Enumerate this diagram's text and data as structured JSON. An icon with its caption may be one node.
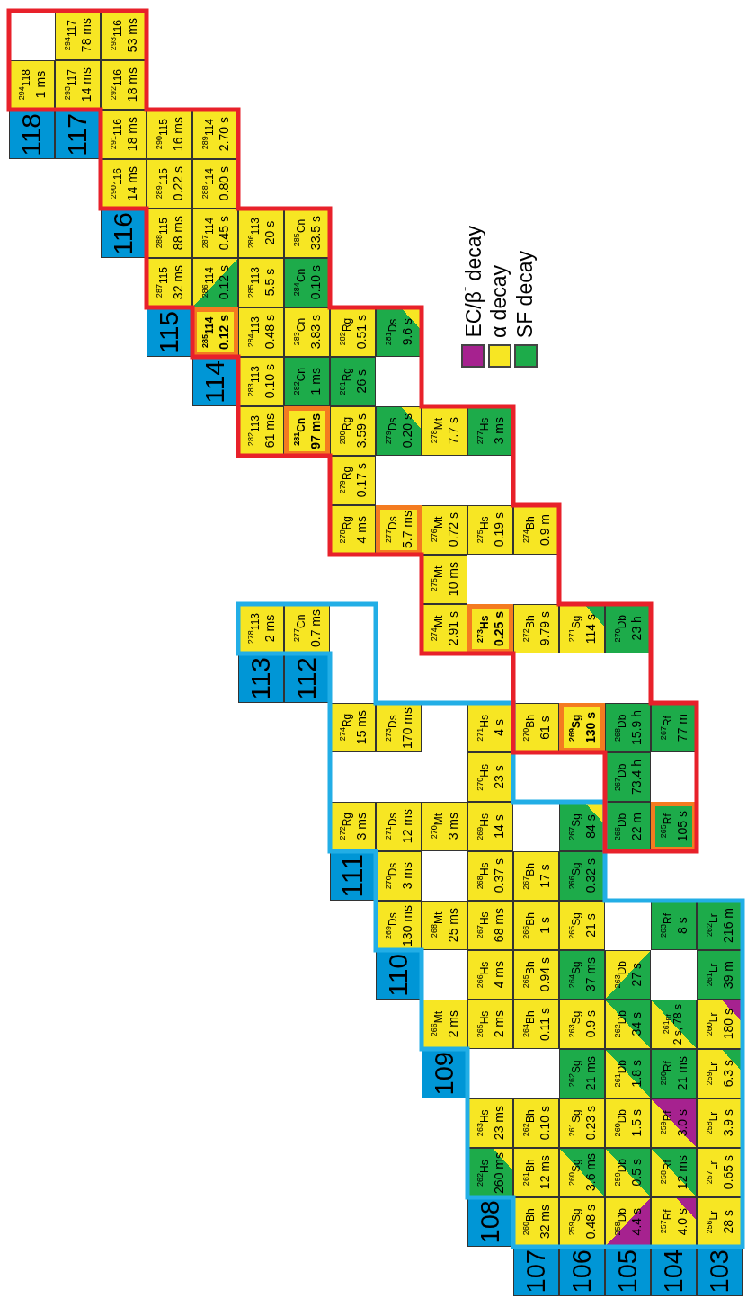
{
  "diagram": {
    "nodes": [
      {
        "text": [
          "$^{294}$117",
          "78 ms"
        ]
      },
      {
        "text": [
          "$^{293}$116",
          "53 ms"
        ]
      },
      {
        "text": [
          "$^{294}$118",
          "1 ms"
        ]
      },
      {
        "text": [
          "$^{293}$117",
          "14 ms"
        ]
      },
      {
        "text": [
          "$^{292}$116",
          "18 ms"
        ]
      },
      {
        "text": [
          "118"
        ]
      },
      {
        "text": [
          "117"
        ]
      },
      {
        "text": [
          "$^{291}$116",
          "18 ms"
        ]
      },
      {
        "text": [
          "$^{290}$115",
          "16 ms"
        ]
      },
      {
        "text": [
          "$^{289}$114",
          "2.70 s"
        ]
      },
      {
        "text": [
          "$^{290}$116",
          "14 ms"
        ]
      },
      {
        "text": [
          "$^{289}$115",
          "0.22 s"
        ]
      },
      {
        "text": [
          "$^{288}$114",
          "0.80 s"
        ]
      },
      {
        "text": [
          "116"
        ]
      },
      {
        "text": [
          "$^{288}$115",
          "88 ms"
        ]
      },
      {
        "text": [
          "$^{287}$114",
          "0.45 s"
        ]
      },
      {
        "text": [
          "$^{286}$113",
          "20 s"
        ]
      },
      {
        "text": [
          "$^{285}$Cn",
          "33.5 s"
        ]
      },
      {
        "text": [
          "$^{287}$115",
          "32 ms"
        ]
      },
      {
        "text": [
          "$^{286}$114",
          "0.12 s"
        ]
      },
      {
        "text": [
          "$^{285}$113",
          "5.5 s"
        ]
      },
      {
        "text": [
          "$^{284}$Cn",
          "0.10 s"
        ]
      },
      {
        "text": [
          "115"
        ]
      },
      {
        "text": [
          "$^{285}$114",
          "0.12 s"
        ]
      },
      {
        "text": [
          "$^{284}$113",
          "0.48 s"
        ]
      },
      {
        "text": [
          "$^{283}$Cn",
          "3.83 s"
        ]
      },
      {
        "text": [
          "$^{282}$Rg",
          "0.51 s"
        ]
      },
      {
        "text": [
          "$^{281}$Ds",
          "9.6 s"
        ]
      },
      {
        "text": [
          "114"
        ]
      },
      {
        "text": [
          "$^{283}$113",
          "0.10 s"
        ]
      },
      {
        "text": [
          "$^{282}$Cn",
          "1 ms"
        ]
      },
      {
        "text": [
          "$^{281}$Rg",
          "26 s"
        ]
      },
      {
        "text": [
          "$^{282}$113",
          "61 ms"
        ]
      },
      {
        "text": [
          "$^{281}$Cn",
          "97 ms"
        ]
      },
      {
        "text": [
          "$^{280}$Rg",
          "3.59 s"
        ]
      },
      {
        "text": [
          "$^{279}$Ds",
          "0.20 s"
        ]
      },
      {
        "text": [
          "$^{278}$Mt",
          "7.7 s"
        ]
      },
      {
        "text": [
          "$^{277}$Hs",
          "3 ms"
        ]
      },
      {
        "text": [
          "$^{279}$Rg",
          "0.17 s"
        ]
      },
      {
        "text": [
          "$^{278}$Rg",
          "4 ms"
        ]
      },
      {
        "text": [
          "$^{277}$Ds",
          "5.7 ms"
        ]
      },
      {
        "text": [
          "$^{276}$Mt",
          "0.72 s"
        ]
      },
      {
        "text": [
          "$^{275}$Hs",
          "0.19 s"
        ]
      },
      {
        "text": [
          "$^{274}$Bh",
          "0.9 m"
        ]
      },
      {
        "text": [
          "$^{275}$Mt",
          "10 ms"
        ]
      },
      {
        "text": [
          "$^{278}$113",
          "2 ms"
        ]
      },
      {
        "text": [
          "$^{277}$Cn",
          "0.7 ms"
        ]
      },
      {
        "text": [
          "$^{274}$Mt",
          "2.91 s"
        ]
      },
      {
        "text": [
          "$^{273}$Hs",
          "0.25 s"
        ]
      },
      {
        "text": [
          "$^{272}$Bh",
          "9.79 s"
        ]
      },
      {
        "text": [
          "$^{271}$Sg",
          "114 s"
        ]
      },
      {
        "text": [
          "$^{270}$Db",
          "23 h"
        ]
      },
      {
        "text": [
          "113"
        ]
      },
      {
        "text": [
          "112"
        ]
      },
      {
        "text": [
          "$^{274}$Rg",
          "15 ms"
        ]
      },
      {
        "text": [
          "$^{273}$Ds",
          "170 ms"
        ]
      },
      {
        "text": [
          "$^{271}$Hs",
          "4 s"
        ]
      },
      {
        "text": [
          "$^{270}$Bh",
          "61 s"
        ]
      },
      {
        "text": [
          "$^{269}$Sg",
          "130 s"
        ]
      },
      {
        "text": [
          "$^{268}$Db",
          "15.9 h"
        ]
      },
      {
        "text": [
          "$^{267}$Rf",
          "77 m"
        ]
      },
      {
        "text": [
          "$^{270}$Hs",
          "23 s"
        ]
      },
      {
        "text": [
          "$^{267}$Db",
          "73.4 h"
        ]
      },
      {
        "text": [
          "$^{272}$Rg",
          "3 ms"
        ]
      },
      {
        "text": [
          "$^{271}$Ds",
          "12 ms"
        ]
      },
      {
        "text": [
          "$^{270}$Mt",
          "3 ms"
        ]
      },
      {
        "text": [
          "$^{269}$Hs",
          "14 s"
        ]
      },
      {
        "text": [
          "$^{267}$Sg",
          "84 s"
        ]
      },
      {
        "text": [
          "$^{266}$Db",
          "22 m"
        ]
      },
      {
        "text": [
          "$^{265}$Rf",
          "105 s"
        ]
      },
      {
        "text": [
          "111"
        ]
      },
      {
        "text": [
          "$^{270}$Ds",
          "3 ms"
        ]
      },
      {
        "text": [
          "$^{268}$Hs",
          "0.37 s"
        ]
      },
      {
        "text": [
          "$^{267}$Bh",
          "17 s"
        ]
      },
      {
        "text": [
          "$^{266}$Sg",
          "0.32 s"
        ]
      },
      {
        "text": [
          "$^{269}$Ds",
          "130 ms"
        ]
      },
      {
        "text": [
          "$^{268}$Mt",
          "25 ms"
        ]
      },
      {
        "text": [
          "$^{267}$Hs",
          "68 ms"
        ]
      },
      {
        "text": [
          "$^{266}$Bh",
          "1 s"
        ]
      },
      {
        "text": [
          "$^{265}$Sg",
          "21 s"
        ]
      },
      {
        "text": [
          "$^{263}$Rf",
          "8 s"
        ]
      },
      {
        "text": [
          "$^{262}$Lr",
          "216 m"
        ]
      },
      {
        "text": [
          "110"
        ]
      },
      {
        "text": [
          "$^{266}$Hs",
          "4 ms"
        ]
      },
      {
        "text": [
          "$^{265}$Bh",
          "0.94 s"
        ]
      },
      {
        "text": [
          "$^{264}$Sg",
          "37 ms"
        ]
      },
      {
        "text": [
          "$^{263}$Db",
          "27 s"
        ]
      },
      {
        "text": [
          "$^{261}$Lr",
          "39 m"
        ]
      },
      {
        "text": [
          "$^{266}$Mt",
          "2 ms"
        ]
      },
      {
        "text": [
          "$^{265}$Hs",
          "2 ms"
        ]
      },
      {
        "text": [
          "$^{264}$Bh",
          "0.11 s"
        ]
      },
      {
        "text": [
          "$^{263}$Sg",
          "0.9 s"
        ]
      },
      {
        "text": [
          "$^{262}$Db",
          "34 s"
        ]
      },
      {
        "text": [
          "$^{261}$Rf",
          "2 s, 78 s"
        ]
      },
      {
        "text": [
          "$^{260}$Lr",
          "180 s"
        ]
      },
      {
        "text": [
          "109"
        ]
      },
      {
        "text": [
          "$^{262}$Sg",
          "21 ms"
        ]
      },
      {
        "text": [
          "$^{261}$Db",
          "1.8 s"
        ]
      },
      {
        "text": [
          "$^{260}$Rf",
          "21 ms"
        ]
      },
      {
        "text": [
          "$^{259}$Lr",
          "6.3 s"
        ]
      },
      {
        "text": [
          "$^{263}$Hs",
          "23 ms"
        ]
      },
      {
        "text": [
          "$^{262}$Bh",
          "0.10 s"
        ]
      },
      {
        "text": [
          "$^{261}$Sg",
          "0.23 s"
        ]
      },
      {
        "text": [
          "$^{260}$Db",
          "1.5 s"
        ]
      },
      {
        "text": [
          "$^{259}$Rf",
          "3.0 s"
        ]
      },
      {
        "text": [
          "$^{258}$Lr",
          "3.9 s"
        ]
      },
      {
        "text": [
          "$^{262}$Hs",
          "260 ms"
        ]
      },
      {
        "text": [
          "$^{261}$Bh",
          "12 ms"
        ]
      },
      {
        "text": [
          "$^{260}$Sg",
          "3.6 ms"
        ]
      },
      {
        "text": [
          "$^{259}$Db",
          "0.5 s"
        ]
      },
      {
        "text": [
          "$^{258}$Rf",
          "12 ms"
        ]
      },
      {
        "text": [
          "$^{257}$Lr",
          "0.65 s"
        ]
      },
      {
        "text": [
          "108"
        ]
      },
      {
        "text": [
          "$^{260}$Bh",
          "32 ms"
        ]
      },
      {
        "text": [
          "$^{259}$Sg",
          "0.48 s"
        ]
      },
      {
        "text": [
          "$^{258}$Db",
          "4.4 s"
        ]
      },
      {
        "text": [
          "$^{257}$Rf",
          "4.0 s"
        ]
      },
      {
        "text": [
          "$^{256}$Lr",
          "28 s"
        ]
      },
      {
        "text": [
          "107"
        ]
      },
      {
        "text": [
          "106"
        ]
      },
      {
        "text": [
          "105"
        ]
      },
      {
        "text": [
          "104"
        ]
      },
      {
        "text": [
          "103"
        ]
      }
    ],
    "legend": [
      {
        "text": "EC/β$^{+}$ decay",
        "color": "#a6228f"
      },
      {
        "text": "α decay",
        "color": "#f7e623"
      },
      {
        "text": "SF decay",
        "color": "#1dab4a"
      }
    ]
  }
}
